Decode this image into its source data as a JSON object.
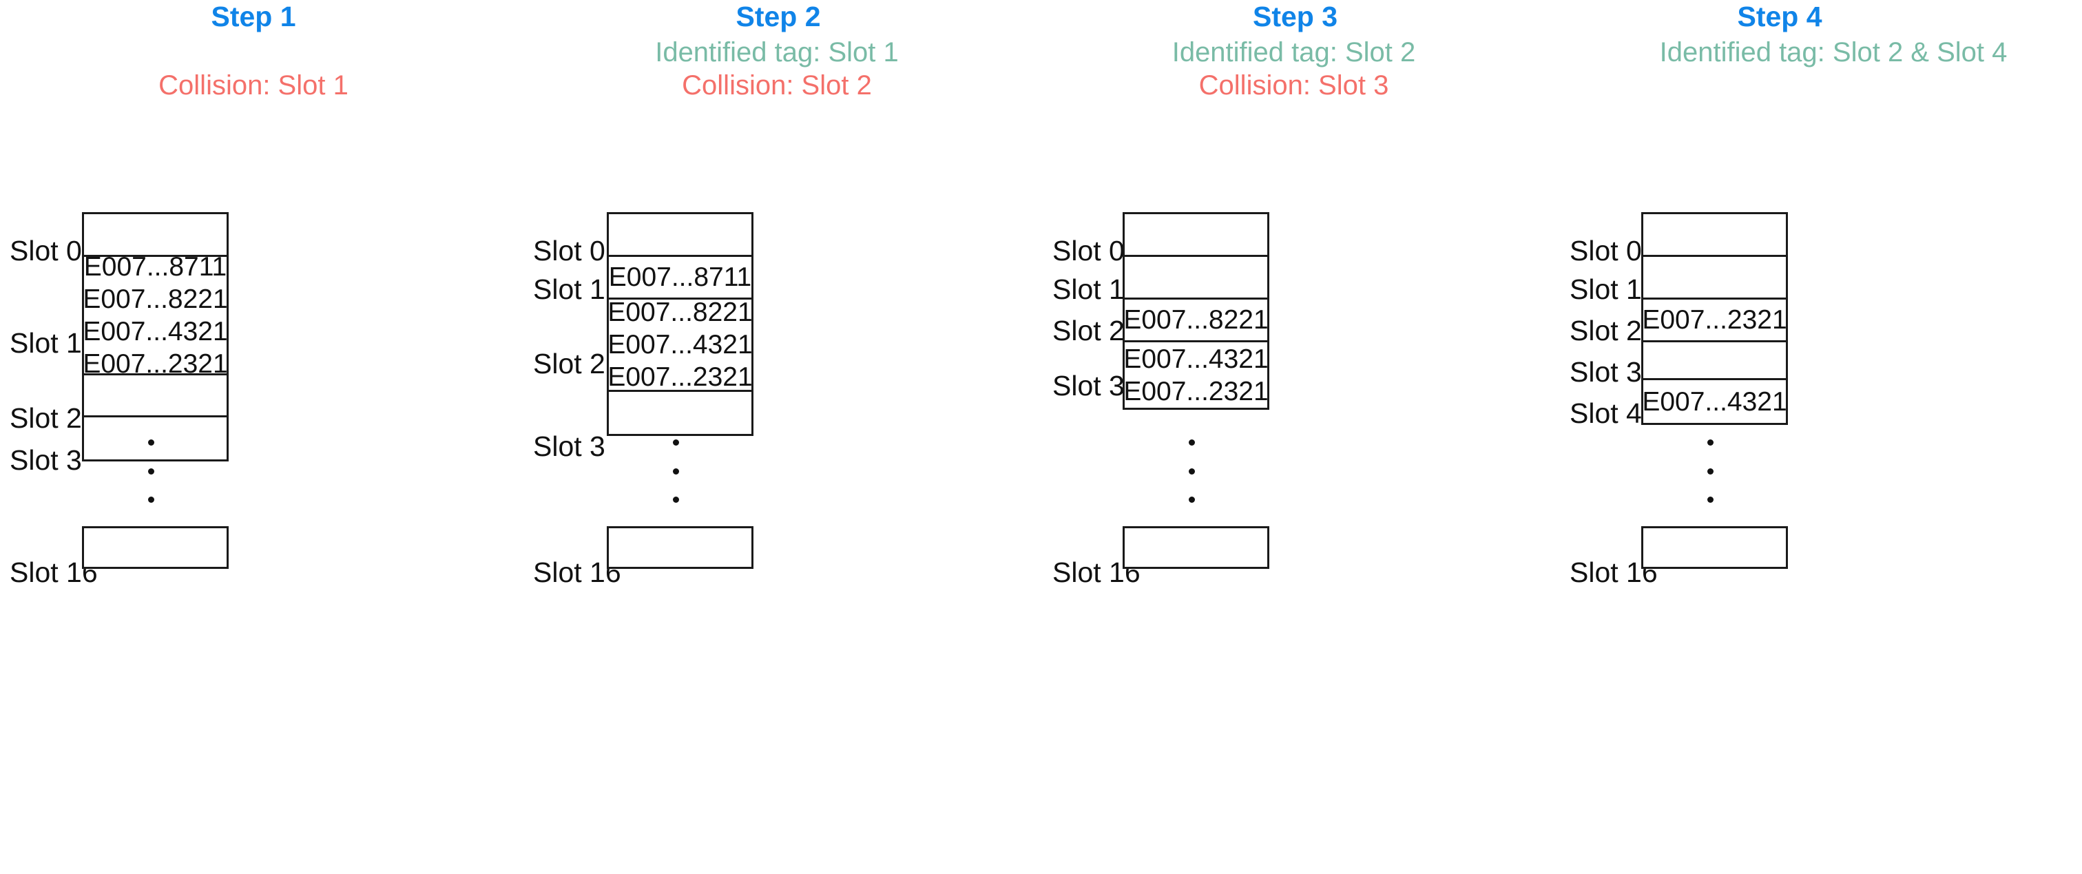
{
  "colors": {
    "step_blue": "#1084E8",
    "identified_green": "#79BBA6",
    "collision_red": "#F4706A",
    "ink_black": "#111111",
    "border_black": "#1A1A1A",
    "background": "#FFFFFF"
  },
  "columns": [
    {
      "step_label": "Step 1",
      "identified_label": "",
      "collision_label": "Collision: Slot 1",
      "slots": [
        {
          "label": "Slot 0",
          "tags": []
        },
        {
          "label": "Slot 1",
          "tags": [
            "E007...8711",
            "E007...8221",
            "E007...4321",
            "E007...2321"
          ]
        },
        {
          "label": "Slot 2",
          "tags": []
        },
        {
          "label": "Slot 3",
          "tags": []
        }
      ],
      "ellipsis_dots": 3,
      "tail_slot": {
        "label": "Slot 16",
        "tags": []
      }
    },
    {
      "step_label": "Step 2",
      "identified_label": "Identified tag: Slot 1",
      "collision_label": "Collision: Slot 2",
      "slots": [
        {
          "label": "Slot 0",
          "tags": []
        },
        {
          "label": "Slot 1",
          "tags": [
            "E007...8711"
          ]
        },
        {
          "label": "Slot 2",
          "tags": [
            "E007...8221",
            "E007...4321",
            "E007...2321"
          ]
        },
        {
          "label": "Slot 3",
          "tags": []
        }
      ],
      "ellipsis_dots": 3,
      "tail_slot": {
        "label": "Slot 16",
        "tags": []
      }
    },
    {
      "step_label": "Step 3",
      "identified_label": "Identified tag: Slot 2",
      "collision_label": "Collision: Slot 3",
      "slots": [
        {
          "label": "Slot 0",
          "tags": []
        },
        {
          "label": "Slot 1",
          "tags": []
        },
        {
          "label": "Slot 2",
          "tags": [
            "E007...8221"
          ]
        },
        {
          "label": "Slot 3",
          "tags": [
            "E007...4321",
            "E007...2321"
          ]
        }
      ],
      "ellipsis_dots": 3,
      "tail_slot": {
        "label": "Slot 16",
        "tags": []
      }
    },
    {
      "step_label": "Step 4",
      "identified_label": "Identified tag: Slot 2 & Slot 4",
      "collision_label": "",
      "slots": [
        {
          "label": "Slot 0",
          "tags": []
        },
        {
          "label": "Slot 1",
          "tags": []
        },
        {
          "label": "Slot 2",
          "tags": [
            "E007...2321"
          ]
        },
        {
          "label": "Slot 3",
          "tags": []
        },
        {
          "label": "Slot 4",
          "tags": [
            "E007...4321"
          ]
        }
      ],
      "ellipsis_dots": 3,
      "tail_slot": {
        "label": "Slot 16",
        "tags": []
      }
    }
  ]
}
